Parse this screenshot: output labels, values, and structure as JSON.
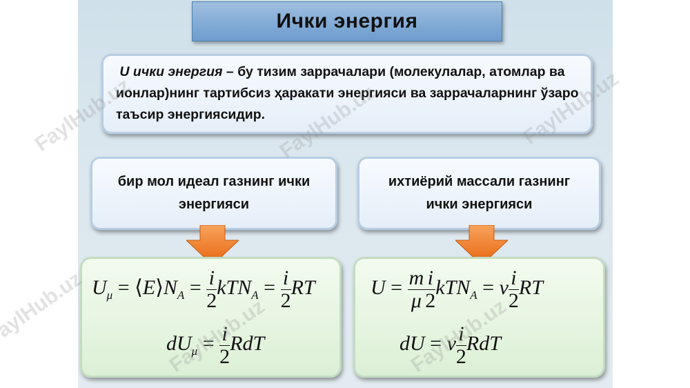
{
  "title": "Ички энергия",
  "definition": {
    "term": "U ички энергия",
    "dash": " – ",
    "text": "бу тизим заррачалари (молекулалар, атомлар ва ионлар)нинг тартибсиз ҳаракати энергияси ва заррачаларнинг ўзаро таъсир энергиясидир."
  },
  "left_label": {
    "line1": "бир мол идеал газнинг ички",
    "line2": "энергияси"
  },
  "right_label": {
    "line1": "иxтиёрий массали газнинг",
    "line2": "ички энергияси"
  },
  "formulas": {
    "left_eq1": "U_μ = ⟨E⟩N_A = (i/2)kTN_A = (i/2)RT",
    "left_eq2": "dU_μ = (i/2)RdT",
    "right_eq1": "U = (m/μ)(i/2)kTN_A = ν(i/2)RT",
    "right_eq2": "dU = ν(i/2)RdT"
  },
  "watermark": "FaylHub.uz",
  "colors": {
    "title_fill": "#7ea9d6",
    "arrow": "#f07a22",
    "formula_fill": "#e3f4de",
    "label_fill": "#eef4fb"
  }
}
